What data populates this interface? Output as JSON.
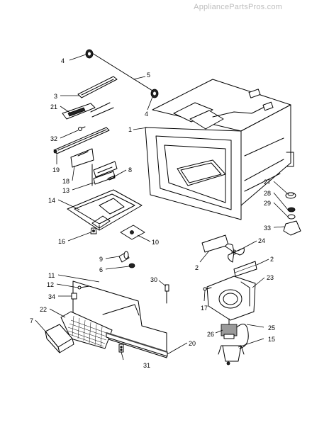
{
  "watermark": "AppliancePartsPros.com",
  "callouts": [
    {
      "id": "c1",
      "label": "1"
    },
    {
      "id": "c2a",
      "label": "2"
    },
    {
      "id": "c2b",
      "label": "2"
    },
    {
      "id": "c3",
      "label": "3"
    },
    {
      "id": "c4a",
      "label": "4"
    },
    {
      "id": "c4b",
      "label": "4"
    },
    {
      "id": "c5",
      "label": "5"
    },
    {
      "id": "c6",
      "label": "6"
    },
    {
      "id": "c7",
      "label": "7"
    },
    {
      "id": "c8",
      "label": "8"
    },
    {
      "id": "c9",
      "label": "9"
    },
    {
      "id": "c10",
      "label": "10"
    },
    {
      "id": "c11",
      "label": "11"
    },
    {
      "id": "c12",
      "label": "12"
    },
    {
      "id": "c13",
      "label": "13"
    },
    {
      "id": "c14",
      "label": "14"
    },
    {
      "id": "c15",
      "label": "15"
    },
    {
      "id": "c16",
      "label": "16"
    },
    {
      "id": "c17",
      "label": "17"
    },
    {
      "id": "c18",
      "label": "18"
    },
    {
      "id": "c19",
      "label": "19"
    },
    {
      "id": "c20",
      "label": "20"
    },
    {
      "id": "c21",
      "label": "21"
    },
    {
      "id": "c22",
      "label": "22"
    },
    {
      "id": "c23",
      "label": "23"
    },
    {
      "id": "c24",
      "label": "24"
    },
    {
      "id": "c25",
      "label": "25"
    },
    {
      "id": "c26",
      "label": "26"
    },
    {
      "id": "c27",
      "label": "27"
    },
    {
      "id": "c28",
      "label": "28"
    },
    {
      "id": "c29",
      "label": "29"
    },
    {
      "id": "c30",
      "label": "30"
    },
    {
      "id": "c31",
      "label": "31"
    },
    {
      "id": "c32",
      "label": "32"
    },
    {
      "id": "c33",
      "label": "33"
    },
    {
      "id": "c34",
      "label": "34"
    }
  ]
}
